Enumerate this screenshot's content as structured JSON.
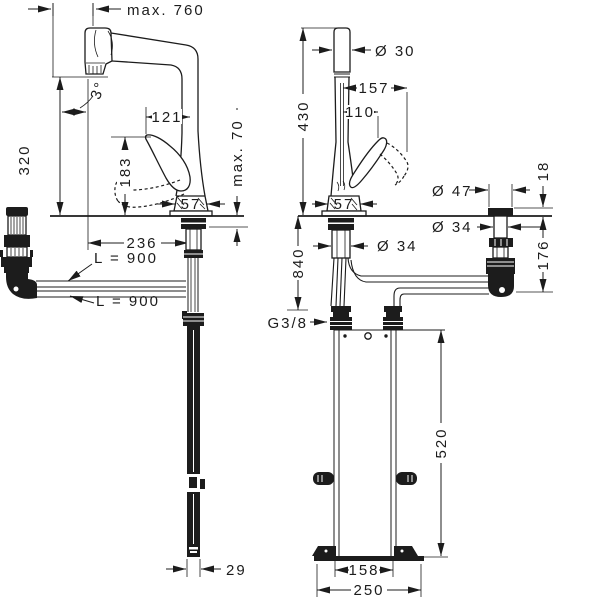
{
  "colors": {
    "line": "#1c1c1c",
    "background": "#ffffff"
  },
  "drawing": {
    "left_view": {
      "max_pullout_length": "max. 760",
      "spout_height": "320",
      "swivel_angle": "3°",
      "lever_reach": "121",
      "max_counter_thickness": "max. 70",
      "lever_height": "183",
      "body_width": "57",
      "spout_reach": "236",
      "hose_length_upper": "L = 900",
      "hose_length_lower": "L = 900",
      "hose_weight_width": "29"
    },
    "right_view": {
      "spray_head_diameter": "Ø 30",
      "total_height": "430",
      "lever_swing_width": "157",
      "lever_width": "110",
      "body_width": "57",
      "shank_diameter": "Ø 34",
      "installation_depth": "840",
      "supply_connection": "G3/8",
      "valve_escutcheon_diameter": "Ø 47",
      "valve_escutcheon_height": "18",
      "valve_shank_diameter": "Ø 34",
      "valve_under_counter_depth": "176",
      "box_height": "520",
      "box_width": "158",
      "base_plate_width": "250"
    }
  }
}
